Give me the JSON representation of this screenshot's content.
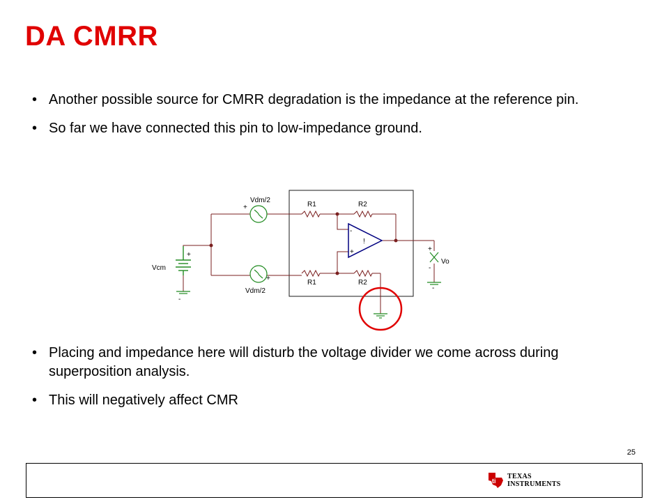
{
  "title": "DA CMRR",
  "bullets_top": [
    "Another possible source for CMRR degradation is the impedance at the reference pin.",
    "So far we have connected this pin to low-impedance ground."
  ],
  "bullets_bottom": [
    "Placing and impedance here will disturb the voltage divider we come across during superposition analysis.",
    "This will negatively affect CMR"
  ],
  "schematic": {
    "vdm_top_label": "Vdm/2",
    "vdm_bottom_label": "Vdm/2",
    "vcm_label": "Vcm",
    "r1_top_label": "R1",
    "r2_top_label": "R2",
    "r1_bottom_label": "R1",
    "r2_bottom_label": "R2",
    "vo_label": "Vo",
    "plus": "+",
    "minus": "-",
    "opamp_minus": "-",
    "opamp_plus": "+",
    "opamp_mark": "!",
    "highlight_color": "#e00000",
    "wire_color": "#7a1f1f",
    "opamp_color": "#000080",
    "source_color": "#228b22"
  },
  "page_number": "25",
  "logo": {
    "line1": "TEXAS",
    "line2": "INSTRUMENTS",
    "color": "#cc0000"
  }
}
